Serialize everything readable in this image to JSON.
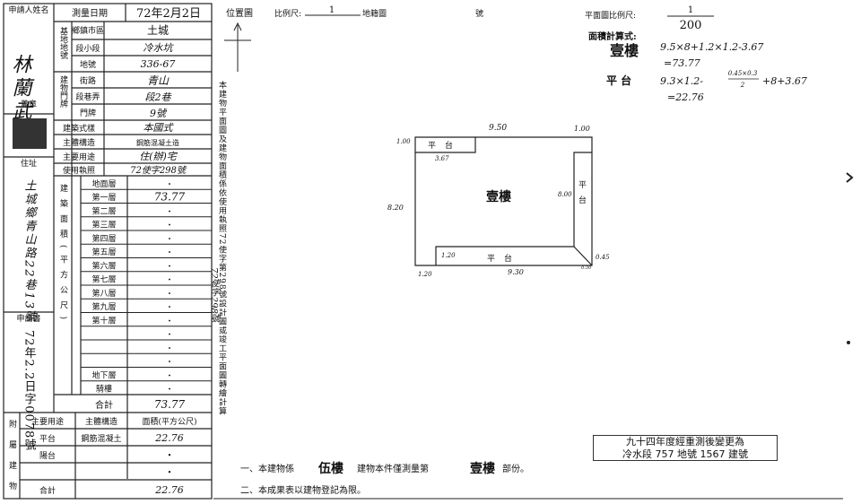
{
  "header": {
    "applicant": "申請人姓名",
    "applicant_name": "林蘭武",
    "seal": "蓋章",
    "address": "住址",
    "address_value": "土城鄉青山路22巷13號",
    "application": "申請書",
    "app_no": "72年2.2日字0078號",
    "survey_date_label": "測量日期",
    "survey_date_value": "72年2月2日"
  },
  "location": {
    "group_label": "基地地號",
    "township_label": "鄉鎮市區",
    "township_value": "土城",
    "section_label": "段小段",
    "section_value": "冷水坑",
    "parcel_label": "地號",
    "parcel_value": "336-67",
    "door_group": "建物門牌",
    "street_label": "街路",
    "street_value": "青山",
    "lane_label": "段巷弄",
    "lane_value": "段2巷",
    "number_label": "門牌",
    "number_value": "9號"
  },
  "building": {
    "style_label": "建築式樣",
    "style_value": "本國式",
    "structure_label": "主體構造",
    "structure_value": "鋼筋混凝土造",
    "use_label": "主要用途",
    "use_value": "住(辦)宅",
    "permit_label": "使用執照",
    "permit_value": "72使字298號"
  },
  "areas": {
    "group_label": "建築面積(平方公尺)",
    "rows": [
      {
        "label": "地面層",
        "value": "・"
      },
      {
        "label": "第一層",
        "value": "73.77"
      },
      {
        "label": "第二層",
        "value": "・"
      },
      {
        "label": "第三層",
        "value": "・"
      },
      {
        "label": "第四層",
        "value": "・"
      },
      {
        "label": "第五層",
        "value": "・"
      },
      {
        "label": "第六層",
        "value": "・"
      },
      {
        "label": "第七層",
        "value": "・"
      },
      {
        "label": "第八層",
        "value": "・"
      },
      {
        "label": "第九層",
        "value": "・"
      },
      {
        "label": "第十層",
        "value": "・"
      },
      {
        "label": "",
        "value": "・"
      },
      {
        "label": "",
        "value": "・"
      },
      {
        "label": "",
        "value": "・"
      },
      {
        "label": "地下層",
        "value": "・"
      },
      {
        "label": "騎樓",
        "value": "・"
      }
    ],
    "total_label": "合計",
    "total_value": "73.77"
  },
  "attached": {
    "group_label": "附屬建物",
    "use_label": "主要用途",
    "structure_label": "主體構造",
    "area_label": "面積(平方公尺)",
    "rows": [
      {
        "use": "平台",
        "structure": "鋼筋混凝土",
        "area": "22.76"
      },
      {
        "use": "陽台",
        "structure": "",
        "area": "・"
      },
      {
        "use": "",
        "structure": "",
        "area": "・"
      },
      {
        "use": "合計",
        "structure": "",
        "area": "22.76"
      }
    ]
  },
  "vertical_note": "本建物平面圖及建物面積係依使用執照72使字第298號設計圖或竣工平面圖轉繪計算",
  "position_map": {
    "label": "位置圖",
    "scale_label": "比例尺:",
    "scale_value": "1",
    "cadastral": "地籍圖",
    "number": "號"
  },
  "plan": {
    "scale_label": "平面圖比例尺:",
    "scale_num": "1",
    "scale_den": "200",
    "calc_label": "面積計算式:",
    "calc_main_name": "壹樓",
    "calc_main_expr": "9.5×8+1.2×1.2-3.67",
    "calc_main_result": "=73.77",
    "calc_plat_name": "平 台",
    "calc_plat_expr": "9.3×1.2-",
    "calc_plat_frac_num": "0.45×0.3",
    "calc_plat_frac_den": "2",
    "calc_plat_tail": "+8+3.67",
    "calc_plat_result": "=22.76",
    "main_label": "壹樓",
    "plat_label": "平台",
    "dims": {
      "top": "9.50",
      "top_right": "1.00",
      "top_left": "1.00",
      "notch": "3.67",
      "left": "8.20",
      "right": "8.00",
      "bottom_inner": "1.20",
      "bottom": "9.30",
      "bottom_left": "1.20",
      "corner": "0.45",
      "corner2": "0.30"
    }
  },
  "footer": {
    "note1_prefix": "一、本建物係",
    "note1_bold": "伍樓",
    "note1_mid": "建物本件僅測量第",
    "note1_bold2": "壹樓",
    "note1_suffix": "部份。",
    "note2": "二、本成果表以建物登記為限。",
    "stamp_line1": "九十四年度經重測後變更為",
    "stamp_line2": "冷水段 757 地號 1567 建號"
  }
}
